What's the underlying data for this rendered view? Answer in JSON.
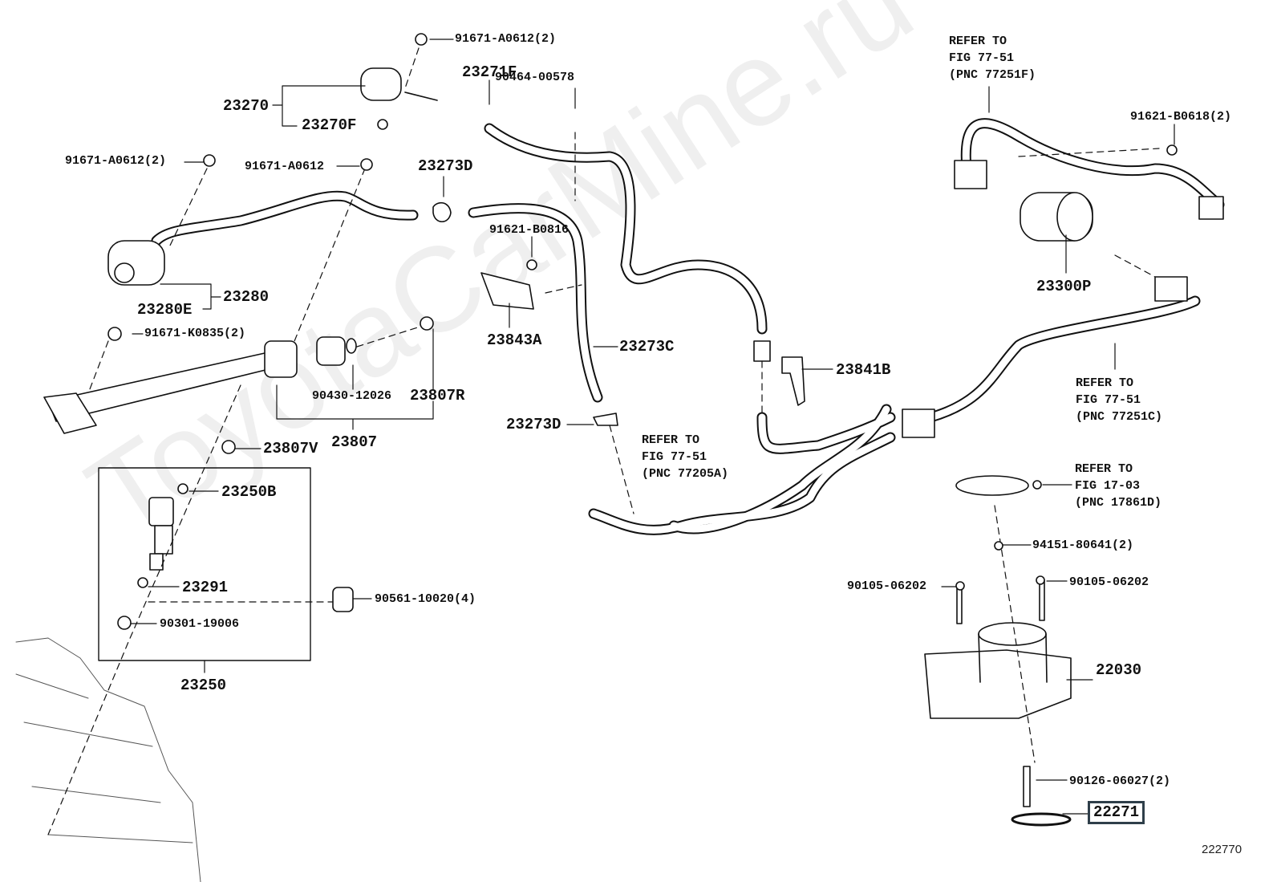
{
  "watermark": "ToyotaCarMine.ru",
  "figure_number": "222770",
  "highlighted_part": "22271",
  "labels": {
    "p23270": "23270",
    "p23270F": "23270F",
    "p23271F": "23271F",
    "p23273D_top": "23273D",
    "p23280": "23280",
    "p23280E": "23280E",
    "p23843A": "23843A",
    "p23273C": "23273C",
    "p23841B": "23841B",
    "p23807R": "23807R",
    "p23807": "23807",
    "p23807V": "23807V",
    "p23273D_low": "23273D",
    "p23250B": "23250B",
    "p23291": "23291",
    "p23250": "23250",
    "p23300P": "23300P",
    "p22030": "22030",
    "p22271": "22271",
    "b91671_A0612_2_top": "91671-A0612(2)",
    "b90464_00578": "90464-00578",
    "b91671_A0612_2_left": "91671-A0612(2)",
    "b91671_A0612": "91671-A0612",
    "b91621_B0816": "91621-B0816",
    "b91671_K0835_2": "91671-K0835(2)",
    "b90430_12026": "90430-12026",
    "b90561_10020_4": "90561-10020(4)",
    "b90301_19006": "90301-19006",
    "b91621_B0618_2": "91621-B0618(2)",
    "b94151_80641_2": "94151-80641(2)",
    "b90105_06202_left": "90105-06202",
    "b90105_06202_right": "90105-06202",
    "b90126_06027_2": "90126-06027(2)"
  },
  "refers": {
    "r77251F": "REFER TO\nFIG 77-51\n(PNC 77251F)",
    "r77251C": "REFER TO\nFIG 77-51\n(PNC 77251C)",
    "r77205A": "REFER TO\nFIG 77-51\n(PNC 77205A)",
    "r17861D": "REFER TO\nFIG 17-03\n(PNC 17861D)"
  },
  "colors": {
    "line": "#111111",
    "highlight_box": "#2f3f4a"
  }
}
